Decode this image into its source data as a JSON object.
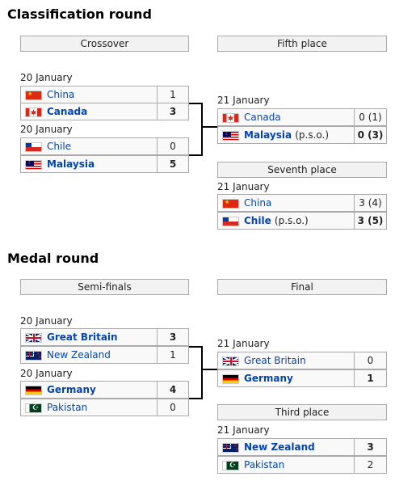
{
  "classification": {
    "title": "Classification round",
    "crossover_label": "Crossover",
    "fifth_label": "Fifth place",
    "seventh_label": "Seventh place",
    "cross1": {
      "date": "20 January",
      "teams": [
        {
          "name": "China",
          "flag": "china-flag-icon",
          "score": "1"
        },
        {
          "name": "Canada",
          "flag": "canada-flag-icon",
          "score": "3"
        }
      ]
    },
    "cross2": {
      "date": "20 January",
      "teams": [
        {
          "name": "Chile",
          "flag": "chile-flag-icon",
          "score": "0"
        },
        {
          "name": "Malaysia",
          "flag": "malaysia-flag-icon",
          "score": "5"
        }
      ]
    },
    "fifth": {
      "date": "21 January",
      "teams": [
        {
          "name": "Canada",
          "flag": "canada-flag-icon",
          "score": "0 (1)"
        },
        {
          "name": "Malaysia",
          "note": "(p.s.o.)",
          "flag": "malaysia-flag-icon",
          "score": "0 (3)"
        }
      ]
    },
    "seventh": {
      "date": "21 January",
      "teams": [
        {
          "name": "China",
          "flag": "china-flag-icon",
          "score": "3 (4)"
        },
        {
          "name": "Chile",
          "note": "(p.s.o.)",
          "flag": "chile-flag-icon",
          "score": "3 (5)"
        }
      ]
    }
  },
  "medal": {
    "title": "Medal round",
    "semis_label": "Semi-finals",
    "final_label": "Final",
    "third_label": "Third place",
    "semi1": {
      "date": "20 January",
      "teams": [
        {
          "name": "Great Britain",
          "flag": "great-britain-flag-icon",
          "score": "3"
        },
        {
          "name": "New Zealand",
          "flag": "new-zealand-flag-icon",
          "score": "1"
        }
      ]
    },
    "semi2": {
      "date": "20 January",
      "teams": [
        {
          "name": "Germany",
          "flag": "germany-flag-icon",
          "score": "4"
        },
        {
          "name": "Pakistan",
          "flag": "pakistan-flag-icon",
          "score": "0"
        }
      ]
    },
    "final": {
      "date": "21 January",
      "teams": [
        {
          "name": "Great Britain",
          "flag": "great-britain-flag-icon",
          "score": "0"
        },
        {
          "name": "Germany",
          "flag": "germany-flag-icon",
          "score": "1"
        }
      ]
    },
    "third": {
      "date": "21 January",
      "teams": [
        {
          "name": "New Zealand",
          "flag": "new-zealand-flag-icon",
          "score": "3"
        },
        {
          "name": "Pakistan",
          "flag": "pakistan-flag-icon",
          "score": "2"
        }
      ]
    }
  }
}
